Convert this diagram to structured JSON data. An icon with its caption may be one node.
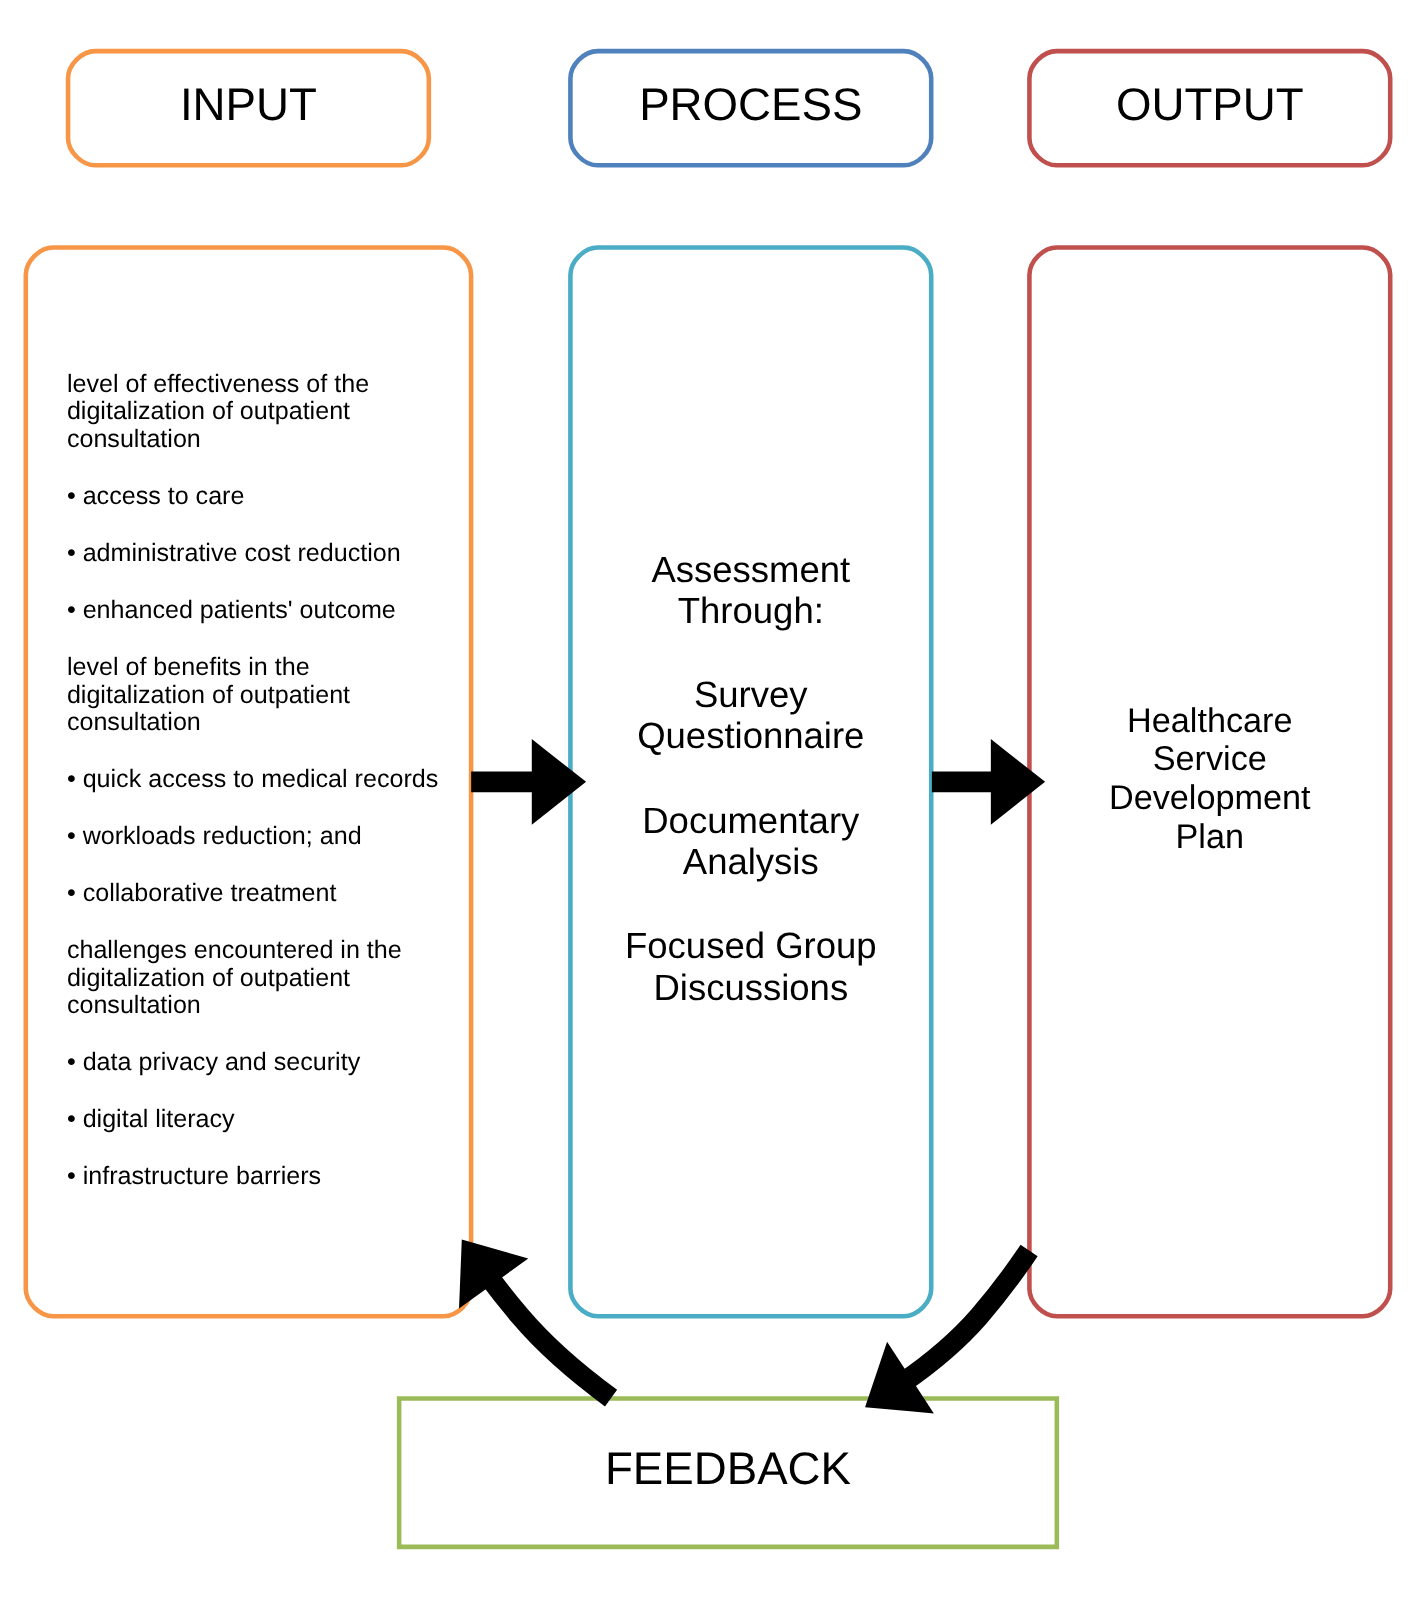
{
  "diagram": {
    "nodes": [
      {
        "text": [
          "INPUT"
        ]
      },
      {
        "text": [
          "PROCESS"
        ]
      },
      {
        "text": [
          "OUTPUT"
        ]
      },
      {
        "text": [
          "level of effectiveness of the digitalization of outpatient consultation",
          "• access to care",
          "• administrative cost reduction",
          "• enhanced patients' outcome",
          "level of benefits in the digitalization of outpatient consultation",
          "• quick access to medical records",
          "• workloads reduction; and",
          "• collaborative treatment",
          "challenges encountered in the digitalization of outpatient consultation",
          "• data privacy and security",
          "• digital literacy",
          "• infrastructure barriers"
        ]
      },
      {
        "text": [
          "Assessment Through:",
          "Survey Questionnaire",
          "Documentary Analysis",
          "Focused Group Discussions"
        ]
      },
      {
        "text": [
          "Healthcare Service Development Plan"
        ]
      },
      {
        "text": [
          "FEEDBACK"
        ]
      }
    ],
    "edges": [
      {
        "from": 3,
        "to": 4,
        "arrow": "to"
      },
      {
        "from": 4,
        "to": 5,
        "arrow": "to"
      },
      {
        "from": 5,
        "to": 6,
        "arrow": "to"
      },
      {
        "from": 6,
        "to": 3,
        "arrow": "to"
      }
    ]
  }
}
